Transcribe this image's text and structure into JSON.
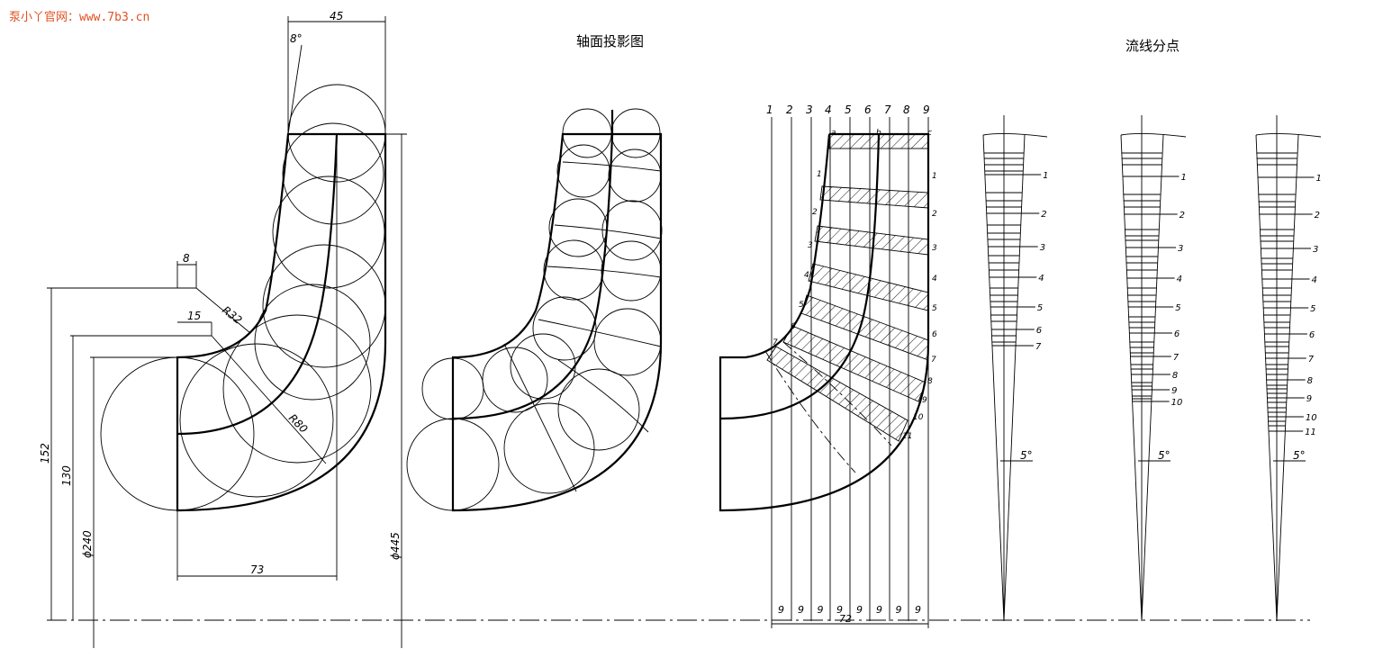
{
  "watermark": "泵小丫官网：www.7b3.cn",
  "titles": {
    "axial_projection": "轴面投影图",
    "streamline_points": "流线分点"
  },
  "dimensions": {
    "top_width": "45",
    "top_angle": "8°",
    "dim_8": "8",
    "dim_15": "15",
    "r32": "R32",
    "r80": "R80",
    "d152": "152",
    "d130": "130",
    "phi240": "ϕ240",
    "d73": "73",
    "phi445": "ϕ445",
    "total72": "72"
  },
  "vertical_line_labels": [
    "1",
    "2",
    "3",
    "4",
    "5",
    "6",
    "7",
    "8",
    "9"
  ],
  "bottom_spacing_labels": [
    "9",
    "9",
    "9",
    "9",
    "9",
    "9",
    "9",
    "9"
  ],
  "top_letters": [
    "a",
    "b",
    "c"
  ],
  "section_numbers_left": [
    "1",
    "2",
    "3",
    "4",
    "5",
    "6",
    "7"
  ],
  "section_numbers_right": [
    "1",
    "2",
    "3",
    "4",
    "5",
    "6",
    "7",
    "8",
    "9",
    "10",
    "11"
  ],
  "streamline_diagrams": [
    {
      "labels": [
        "1",
        "2",
        "3",
        "4",
        "5",
        "6",
        "7"
      ],
      "angle": "5°"
    },
    {
      "labels": [
        "1",
        "2",
        "3",
        "4",
        "5",
        "6",
        "7",
        "8",
        "9",
        "10"
      ],
      "angle": "5°"
    },
    {
      "labels": [
        "1",
        "2",
        "3",
        "4",
        "5",
        "6",
        "7",
        "8",
        "9",
        "10",
        "11"
      ],
      "angle": "5°"
    }
  ]
}
